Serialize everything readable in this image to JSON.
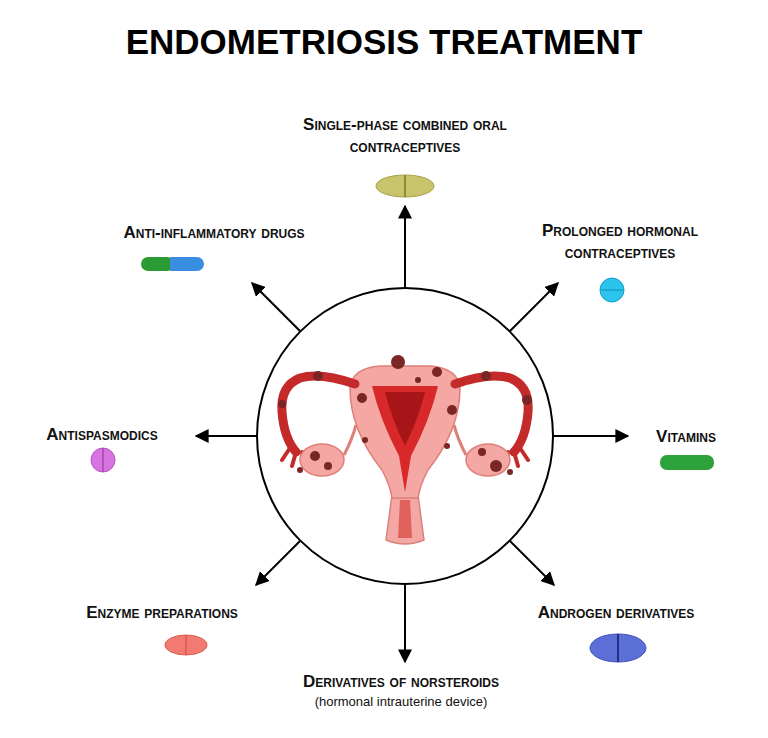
{
  "diagram": {
    "title": "ENDOMETRIOSIS TREATMENT",
    "labels": [
      "Single-phase combined oral contraceptives",
      "Anti-inflammatory drugs",
      "Prolonged hormonal contraceptives",
      "Antispasmodics",
      "Vitamins",
      "Enzyme preparations",
      "Androgen derivatives",
      "Derivatives of norsteroids",
      "(hormonal intrauterine device)"
    ]
  }
}
